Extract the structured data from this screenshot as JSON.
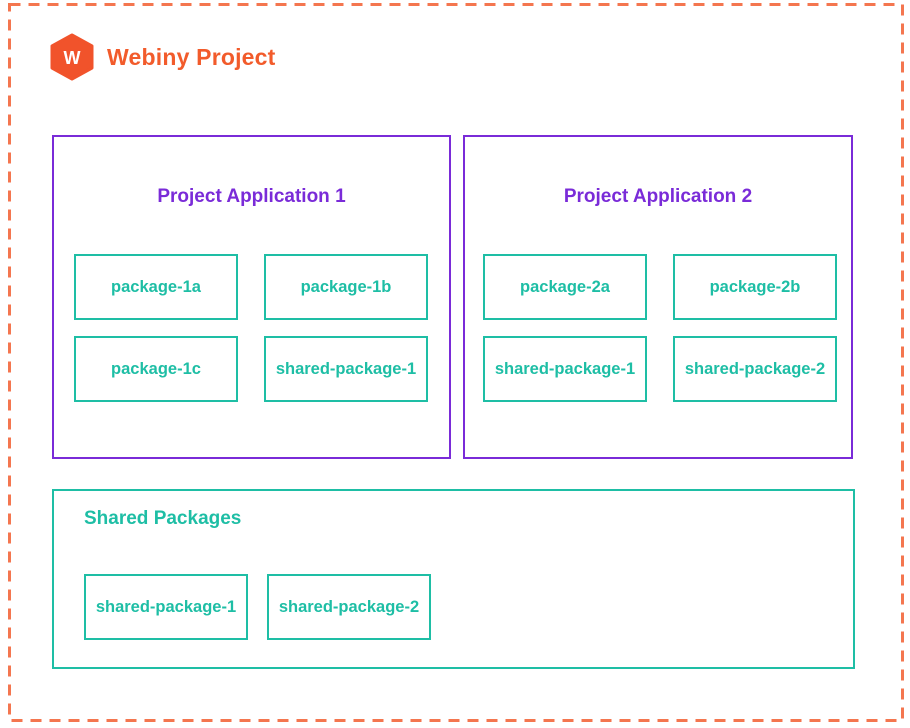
{
  "brand": {
    "name": "Webiny Project",
    "logo_letter": "W"
  },
  "colors": {
    "logo_orange": "#f1532b",
    "brand_text_orange": "#f25b2b",
    "dashed_border_orange": "#f4764f",
    "application_purple": "#7a2bd8",
    "package_teal": "#1ebea5"
  },
  "applications": [
    {
      "title": "Project Application 1",
      "packages": [
        "package-1a",
        "package-1b",
        "package-1c",
        "shared-package-1"
      ]
    },
    {
      "title": "Project Application 2",
      "packages": [
        "package-2a",
        "package-2b",
        "shared-package-1",
        "shared-package-2"
      ]
    }
  ],
  "shared_packages": {
    "title": "Shared Packages",
    "packages": [
      "shared-package-1",
      "shared-package-2"
    ]
  }
}
